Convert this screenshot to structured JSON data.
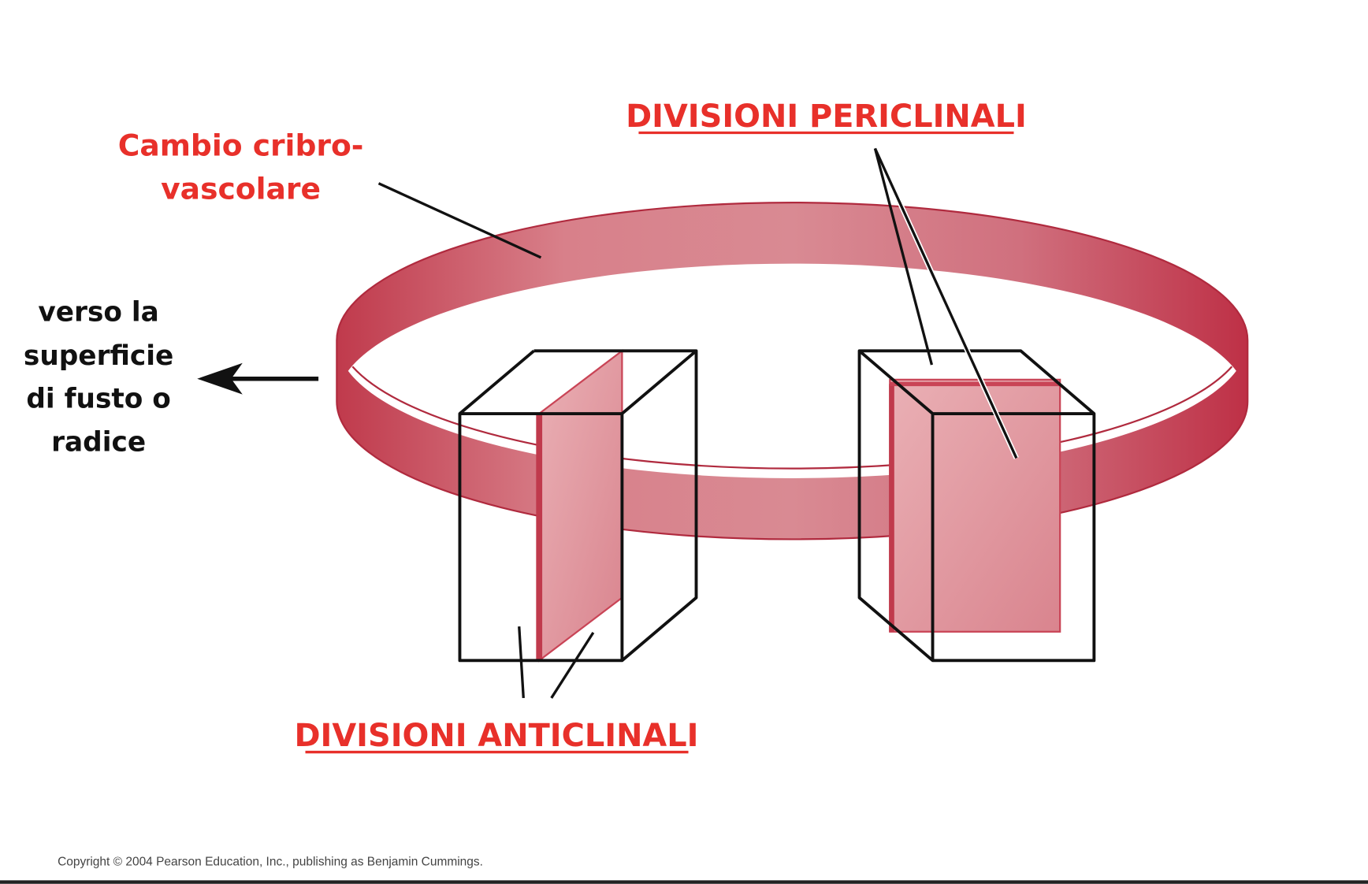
{
  "labels": {
    "cambium_line1": "Cambio cribro-",
    "cambium_line2": "vascolare",
    "periclinal": "DIVISIONI PERICLINALI",
    "anticlinal": "DIVISIONI ANTICLINALI",
    "surface_lines": [
      "verso la",
      "superficie",
      "di fusto o",
      "radice"
    ]
  },
  "copyright": "Copyright © 2004 Pearson Education, Inc., publishing as Benjamin Cummings.",
  "colors": {
    "label_red": "#e8302a",
    "ring": "#c94456",
    "plane": "#e09aa2"
  }
}
